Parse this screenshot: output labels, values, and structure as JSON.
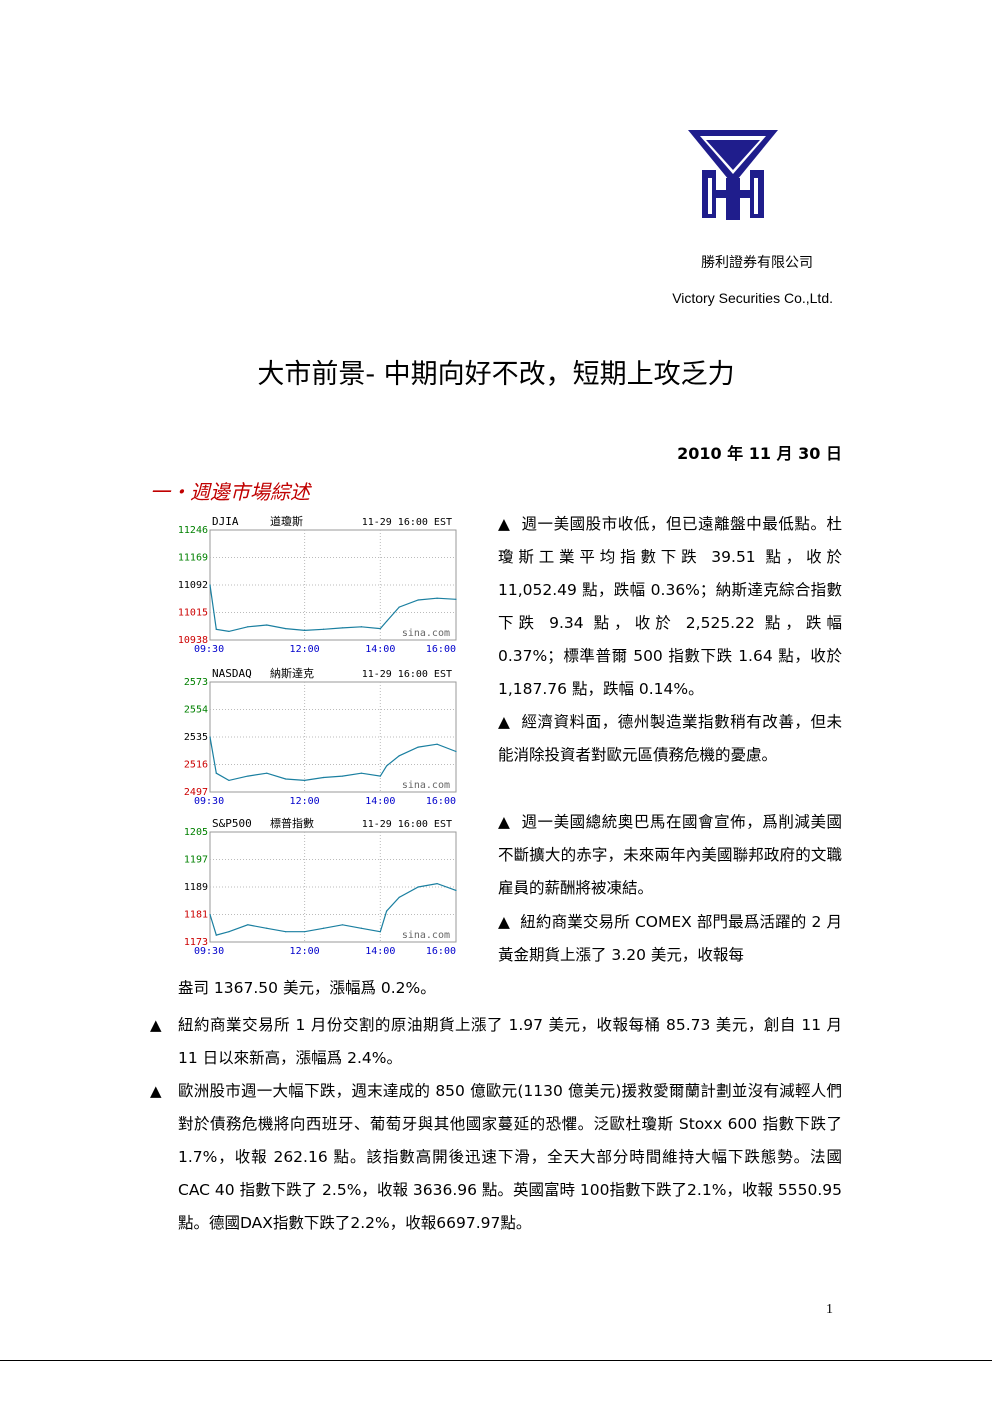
{
  "header": {
    "company_cn": "勝利證券有限公司",
    "company_en": "Victory Securities Co.,Ltd.",
    "logo_icon": "victory-securities-logo",
    "logo_color": "#1f1d8c"
  },
  "title": "大市前景- 中期向好不改，短期上攻乏力",
  "date": "2010 年 11 月 30 日",
  "section_heading": "一・週邊市場綜述",
  "bullet_glyph": "▲",
  "paragraphs": {
    "p1": "週一美國股市收低，但已遠離盤中最低點。杜瓊斯工業平均指數下跌 39.51 點，收於 11,052.49 點，跌幅 0.36%；納斯達克綜合指數下跌 9.34 點，收於 2,525.22 點，跌幅 0.37%；標準普爾 500 指數下跌 1.64 點，收於 1,187.76 點，跌幅 0.14%。",
    "p2": "經濟資料面，德州製造業指數稍有改善，但未能消除投資者對歐元區債務危機的憂慮。",
    "p3": "週一美國總統奧巴馬在國會宣佈，爲削減美國不斷擴大的赤字，未來兩年內美國聯邦政府的文職雇員的薪酬將被凍結。",
    "p4_lines": [
      "紐約商業交易所 COMEX 部門最爲活躍的 2 月黃金期貨上漲了 3.20 美元，收報每",
      "盎司 1367.50 美元，漲幅爲 0.2%。"
    ],
    "p5": "紐約商業交易所 1 月份交割的原油期貨上漲了 1.97 美元，收報每桶 85.73 美元，創自 11 月 11 日以來新高，漲幅爲 2.4%。",
    "p6": "歐洲股市週一大幅下跌，週末達成的 850 億歐元(1130 億美元)援救愛爾蘭計劃並沒有減輕人們對於債務危機將向西班牙、葡萄牙與其他國家蔓延的恐懼。泛歐杜瓊斯 Stoxx 600 指數下跌了 1.7%，收報 262.16 點。該指數高開後迅速下滑，全天大部分時間維持大幅下跌態勢。法國 CAC 40 指數下跌了 2.5%，收報 3636.96 點。英國富時 100指數下跌了2.1%，收報 5550.95點。德國DAX指數下跌了2.2%，收報6697.97點。"
  },
  "page_number": "1",
  "chart_data": [
    {
      "type": "line",
      "symbol": "DJIA",
      "name": "道瓊斯",
      "timestamp": "11-29 16:00 EST",
      "watermark": "sina.com",
      "yticks": [
        "11246",
        "11169",
        "11092",
        "11015",
        "10938"
      ],
      "ylim": [
        10938,
        11246
      ],
      "xticks": [
        "09:30",
        "12:00",
        "14:00",
        "16:00"
      ],
      "x": [
        "09:30",
        "09:40",
        "10:00",
        "10:30",
        "11:00",
        "11:30",
        "12:00",
        "12:30",
        "13:00",
        "13:30",
        "14:00",
        "14:10",
        "14:30",
        "15:00",
        "15:30",
        "16:00"
      ],
      "values": [
        11092,
        10968,
        10962,
        10975,
        10980,
        10970,
        10965,
        10968,
        10972,
        10975,
        10970,
        10990,
        11030,
        11050,
        11055,
        11052
      ]
    },
    {
      "type": "line",
      "symbol": "NASDAQ",
      "name": "納斯達克",
      "timestamp": "11-29 16:00 EST",
      "watermark": "sina.com",
      "yticks": [
        "2573",
        "2554",
        "2535",
        "2516",
        "2497"
      ],
      "ylim": [
        2497,
        2573
      ],
      "xticks": [
        "09:30",
        "12:00",
        "14:00",
        "16:00"
      ],
      "x": [
        "09:30",
        "09:40",
        "10:00",
        "10:30",
        "11:00",
        "11:30",
        "12:00",
        "12:30",
        "13:00",
        "13:30",
        "14:00",
        "14:10",
        "14:30",
        "15:00",
        "15:30",
        "16:00"
      ],
      "values": [
        2535,
        2510,
        2505,
        2508,
        2510,
        2506,
        2505,
        2507,
        2508,
        2510,
        2508,
        2515,
        2522,
        2528,
        2530,
        2525
      ]
    },
    {
      "type": "line",
      "symbol": "S&P500",
      "name": "標普指數",
      "timestamp": "11-29 16:00 EST",
      "watermark": "sina.com",
      "yticks": [
        "1205",
        "1197",
        "1189",
        "1181",
        "1173"
      ],
      "ylim": [
        1173,
        1205
      ],
      "xticks": [
        "09:30",
        "12:00",
        "14:00",
        "16:00"
      ],
      "x": [
        "09:30",
        "09:40",
        "10:00",
        "10:30",
        "11:00",
        "11:30",
        "12:00",
        "12:30",
        "13:00",
        "13:30",
        "14:00",
        "14:10",
        "14:30",
        "15:00",
        "15:30",
        "16:00"
      ],
      "values": [
        1181,
        1175,
        1176,
        1178,
        1177,
        1176,
        1176,
        1177,
        1178,
        1177,
        1176,
        1182,
        1186,
        1189,
        1190,
        1188
      ]
    }
  ]
}
